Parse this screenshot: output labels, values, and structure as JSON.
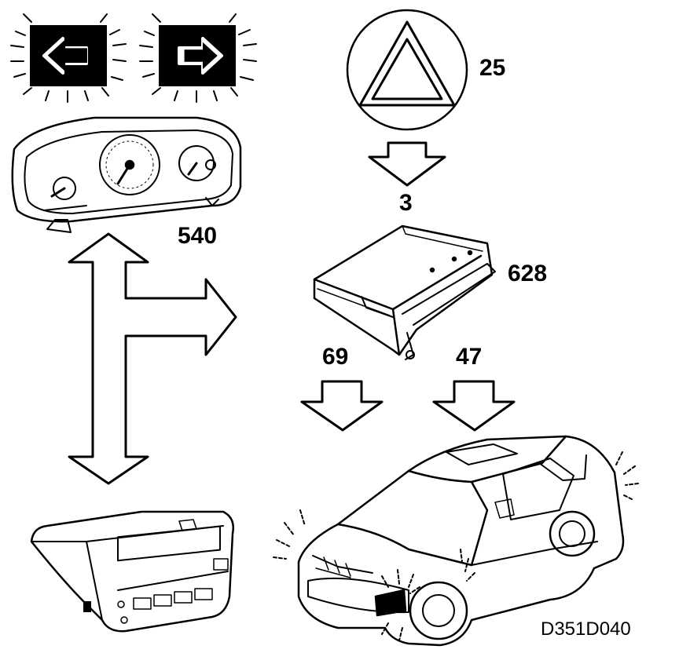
{
  "labels": {
    "warning_switch": "25",
    "warning_signal": "3",
    "instrument_cluster": "540",
    "control_module": "628",
    "left_output": "69",
    "right_output": "47"
  },
  "figure_ref": "D351D040"
}
